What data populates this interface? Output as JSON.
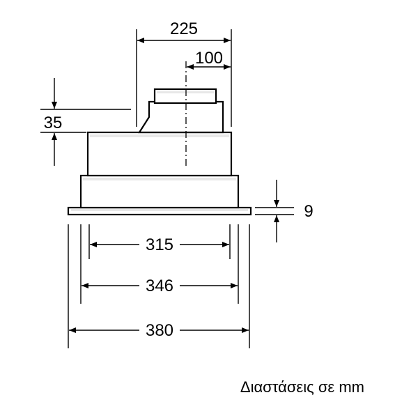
{
  "dimensions": {
    "width_225": "225",
    "outlet_100": "100",
    "height_35": "35",
    "flange_9": "9",
    "width_315": "315",
    "width_346": "346",
    "width_380": "380"
  },
  "caption": "Διαστάσεις σε mm"
}
